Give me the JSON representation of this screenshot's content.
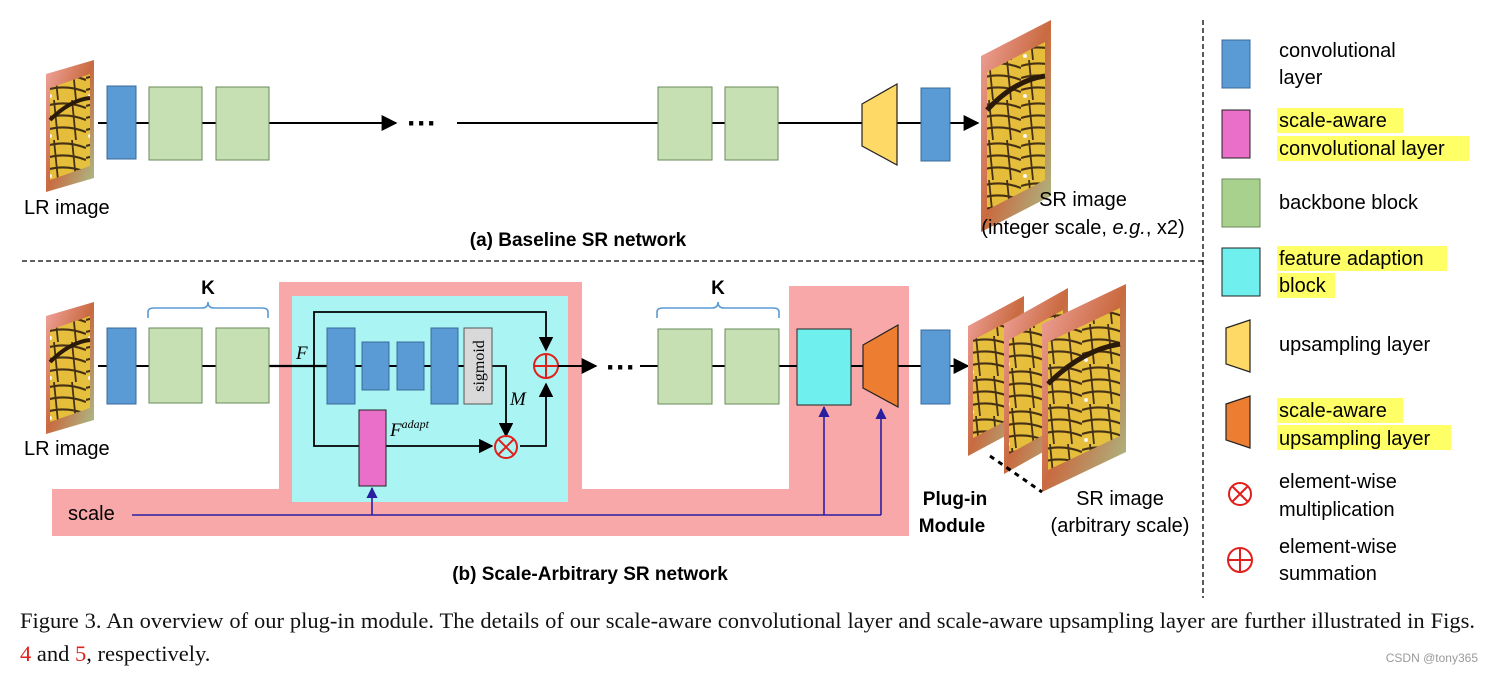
{
  "panel_a": {
    "title": "(a) Baseline SR network",
    "lr_label": "LR image",
    "dots": "···",
    "sr_label_line1": "SR image",
    "sr_label_line2_pre": "(integer scale, ",
    "sr_label_line2_em": "e.g.",
    "sr_label_line2_post": ", x2)"
  },
  "panel_b": {
    "title": "(b) Scale-Arbitrary SR network",
    "lr_label": "LR image",
    "k_label_1": "K",
    "k_label_2": "K",
    "f_label": "F",
    "m_label": "M",
    "fadapt_base": "F",
    "fadapt_sup": "adapt",
    "sigmoid_label": "sigmoid",
    "dots": "···",
    "scale_label": "scale",
    "plugin_line1": "Plug-in",
    "plugin_line2": "Module",
    "sr_label_line1": "SR image",
    "sr_label_line2": "(arbitrary scale)"
  },
  "legend": {
    "items": [
      {
        "kind": "conv",
        "line1": "convolutional",
        "line2": "layer",
        "highlight": false
      },
      {
        "kind": "scale-conv",
        "line1": "scale-aware",
        "line2": "convolutional layer",
        "highlight": true
      },
      {
        "kind": "backbone",
        "line1": "backbone block",
        "line2": "",
        "highlight": false
      },
      {
        "kind": "adaption",
        "line1": "feature adaption",
        "line2": "block",
        "highlight": true
      },
      {
        "kind": "upsample",
        "line1": "upsampling layer",
        "line2": "",
        "highlight": false
      },
      {
        "kind": "scale-upsample",
        "line1": "scale-aware",
        "line2": "upsampling layer",
        "highlight": true
      },
      {
        "kind": "mult",
        "line1": "element-wise",
        "line2": "multiplication",
        "highlight": false
      },
      {
        "kind": "sum",
        "line1": "element-wise",
        "line2": "summation",
        "highlight": false
      }
    ]
  },
  "caption": {
    "part1": "Figure 3. An overview of our plug-in module. The details of our scale-aware convolutional layer and scale-aware upsampling layer are further illustrated in Figs. ",
    "ref1": "4",
    "part2": " and ",
    "ref2": "5",
    "part3": ", respectively."
  },
  "watermark": "CSDN @tony365",
  "colors": {
    "conv": "#5b9bd5",
    "scale_conv": "#ea6fc8",
    "backbone": "#c6e0b4",
    "adaption": "#6ff0ef",
    "upsample": "#ffd966",
    "scale_upsample": "#ed7d31",
    "plugin_bg": "#f8a8a8",
    "adaption_bg": "#aaf5f3",
    "highlight": "#ffff66",
    "scale_line": "#2a1fa0",
    "op_red": "#e0201c",
    "sigmoid_box": "#d9d9d9"
  }
}
